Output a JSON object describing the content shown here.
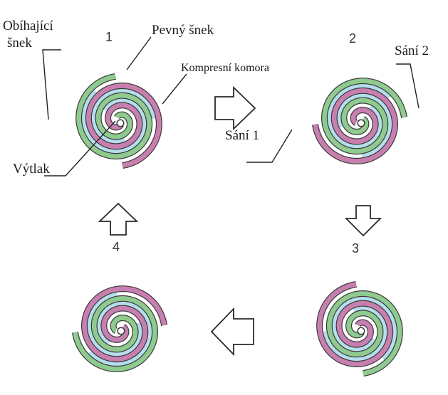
{
  "labels": {
    "orbiting_scroll_line1": "Obíhající",
    "orbiting_scroll_line2": "šnek",
    "fixed_scroll": "Pevný šnek",
    "compression_chamber": "Kompresní komora",
    "discharge": "Výtlak",
    "suction_1": "Sání 1",
    "suction_2": "Sání 2"
  },
  "stages": [
    {
      "number": "1"
    },
    {
      "number": "2"
    },
    {
      "number": "3"
    },
    {
      "number": "4"
    }
  ],
  "colors": {
    "fixed_scroll": "#c87fb0",
    "orbiting_scroll": "#8fca8f",
    "compression_gas": "#a8d8ea",
    "outline": "#3a3a3a",
    "arrow_fill": "#ffffff"
  }
}
